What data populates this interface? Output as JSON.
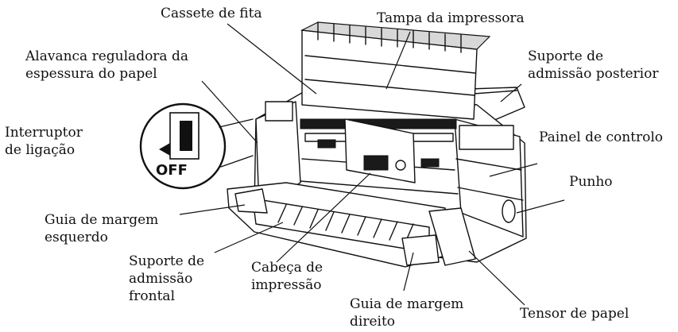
{
  "labels": {
    "cassete_fita": "Cassete de fita",
    "tampa": "Tampa da impressora",
    "alavanca": [
      "Alavanca reguladora da",
      "espessura do papel"
    ],
    "suporte_posterior": [
      "Suporte de",
      "admissão posterior"
    ],
    "interruptor": [
      "Interruptor",
      "de ligação"
    ],
    "painel": "Painel de controlo",
    "punho": "Punho",
    "guia_esquerdo": [
      "Guia de margem",
      "esquerdo"
    ],
    "suporte_frontal": [
      "Suporte de",
      "admissão",
      "frontal"
    ],
    "cabeca": [
      "Cabeça de",
      "impressão"
    ],
    "guia_direito": [
      "Guia de margem",
      "direito"
    ],
    "tensor": "Tensor de papel",
    "switch_text": "OFF"
  }
}
